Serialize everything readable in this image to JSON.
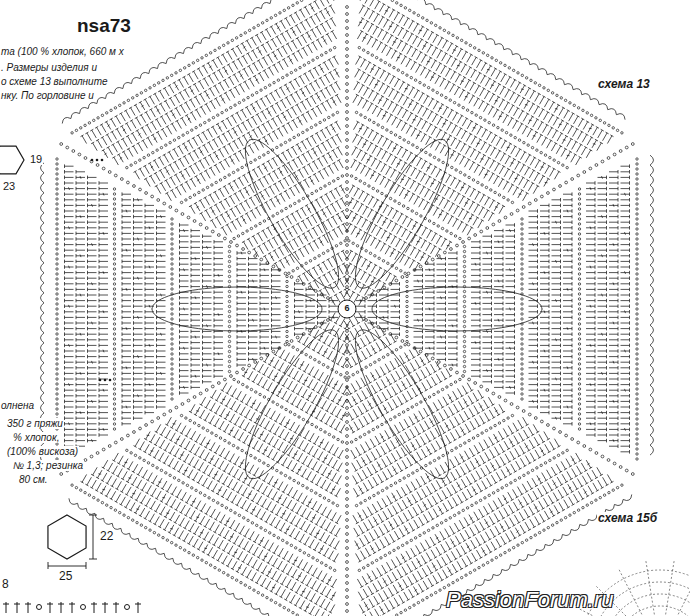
{
  "diagram": {
    "title": "nsa73",
    "labels": [
      "та (100 % хлопок, 660 м х",
      ". Размеры изделия и",
      "о схеме 13 выполните",
      "нку. По горловине и",
      "19",
      "23",
      "олнена",
      "350 г пряжи",
      "% хлопок,",
      "(100% вискоза)",
      "№ 1,3; резинка",
      "80 см.",
      "22",
      "25",
      "8",
      "схема 13",
      "схема 15б",
      "6",
      "PassionForum.ru"
    ]
  }
}
